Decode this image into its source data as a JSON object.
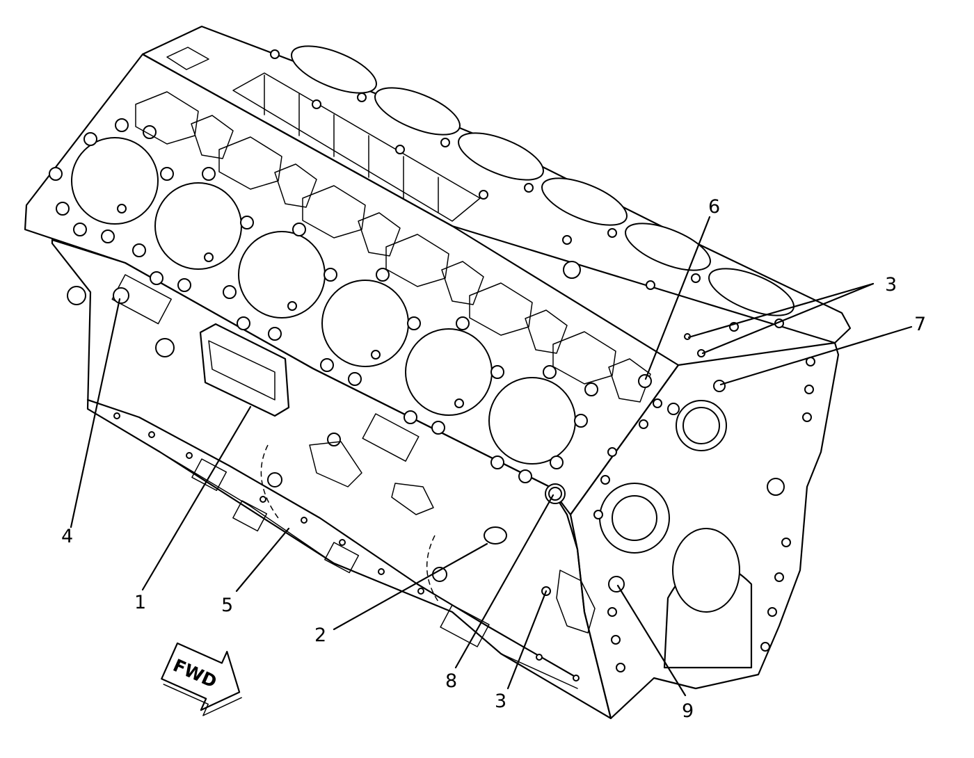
{
  "callouts": {
    "c1": "1",
    "c2": "2",
    "c3a": "3",
    "c3b": "3",
    "c4": "4",
    "c5": "5",
    "c6": "6",
    "c7": "7",
    "c8": "8",
    "c9": "9"
  },
  "fwd_arrow": {
    "label": "FWD"
  }
}
